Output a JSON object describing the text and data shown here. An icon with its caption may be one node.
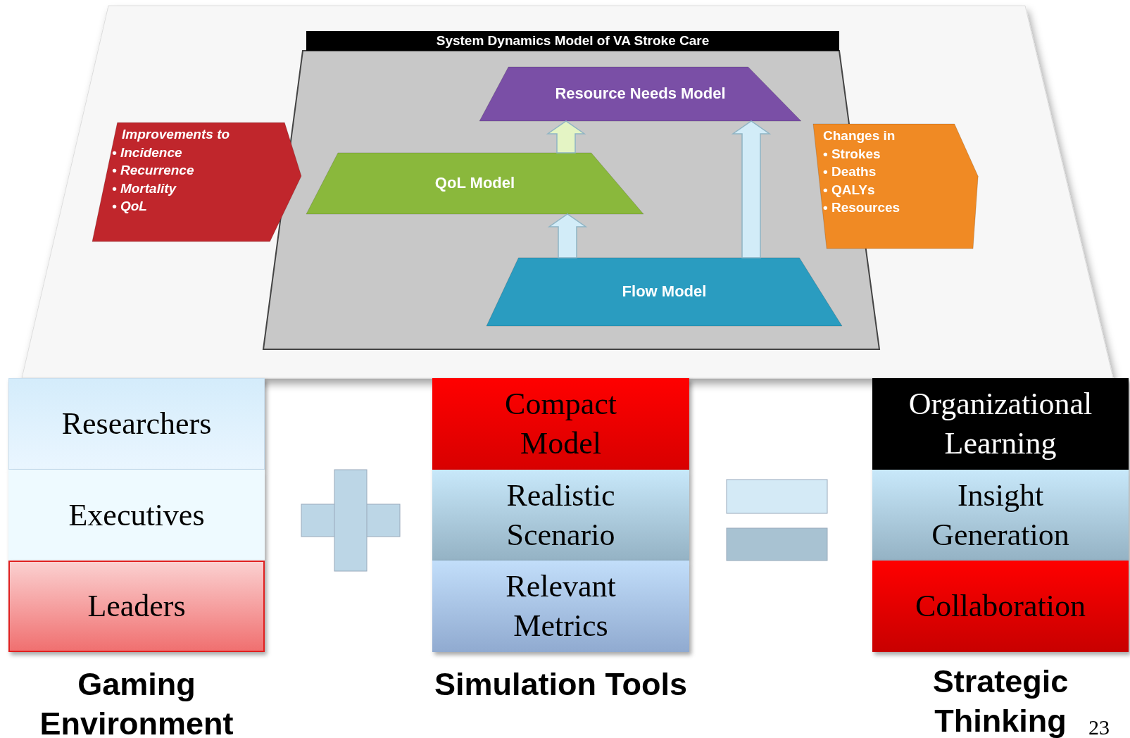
{
  "diagram": {
    "nodes": [
      {
        "text": [
          "System Dynamics Model of VA Stroke Care"
        ]
      },
      {
        "text": [
          "Resource Needs Model"
        ],
        "in": 0
      },
      {
        "text": [
          "QoL Model"
        ],
        "in": 0
      },
      {
        "text": [
          "Flow Model"
        ],
        "in": 0
      },
      {
        "text": [
          "Improvements to",
          "• Incidence",
          "• Recurrence",
          "• Mortality",
          "• QoL"
        ]
      },
      {
        "text": [
          "Changes in",
          "• Strokes",
          "• Deaths",
          "• QALYs",
          "• Resources"
        ]
      },
      {
        "text": [
          "Researchers"
        ]
      },
      {
        "text": [
          "Executives"
        ]
      },
      {
        "text": [
          "Leaders"
        ]
      },
      {
        "text": [
          "Compact Model"
        ]
      },
      {
        "text": [
          "Realistic Scenario"
        ]
      },
      {
        "text": [
          "Relevant Metrics"
        ]
      },
      {
        "text": [
          "Organizational Learning"
        ]
      },
      {
        "text": [
          "Insight Generation"
        ]
      },
      {
        "text": [
          "Collaboration"
        ]
      }
    ],
    "edges": [
      {
        "from": 3,
        "to": 2,
        "arrow": "to"
      },
      {
        "from": 2,
        "to": 1,
        "arrow": "to",
        "color": "#e4f4c4"
      },
      {
        "from": 3,
        "to": 1,
        "arrow": "to"
      }
    ],
    "labels": [
      "Gaming Environment",
      "Simulation Tools",
      "Strategic Thinking",
      "23"
    ]
  }
}
